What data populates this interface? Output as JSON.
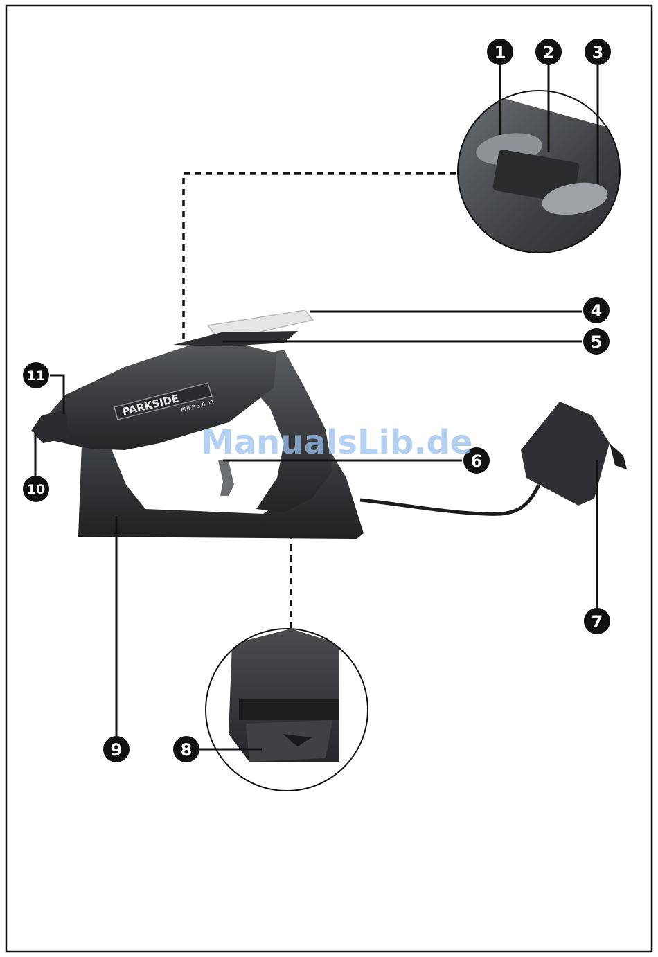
{
  "watermark": "ManualsLib.de",
  "product": {
    "brand": "PARKSIDE",
    "model": "PHKP 3.6 A1"
  },
  "callouts": [
    {
      "id": "c1",
      "label": "1"
    },
    {
      "id": "c2",
      "label": "2"
    },
    {
      "id": "c3",
      "label": "3"
    },
    {
      "id": "c4",
      "label": "4"
    },
    {
      "id": "c5",
      "label": "5"
    },
    {
      "id": "c6",
      "label": "6"
    },
    {
      "id": "c7",
      "label": "7"
    },
    {
      "id": "c8",
      "label": "8"
    },
    {
      "id": "c9",
      "label": "9"
    },
    {
      "id": "c10",
      "label": "10"
    },
    {
      "id": "c11",
      "label": "11"
    }
  ],
  "colors": {
    "tool_body": "#3c3e41",
    "tool_dark": "#26282a",
    "frame": "#111111",
    "watermark": "#9cc1ec"
  }
}
